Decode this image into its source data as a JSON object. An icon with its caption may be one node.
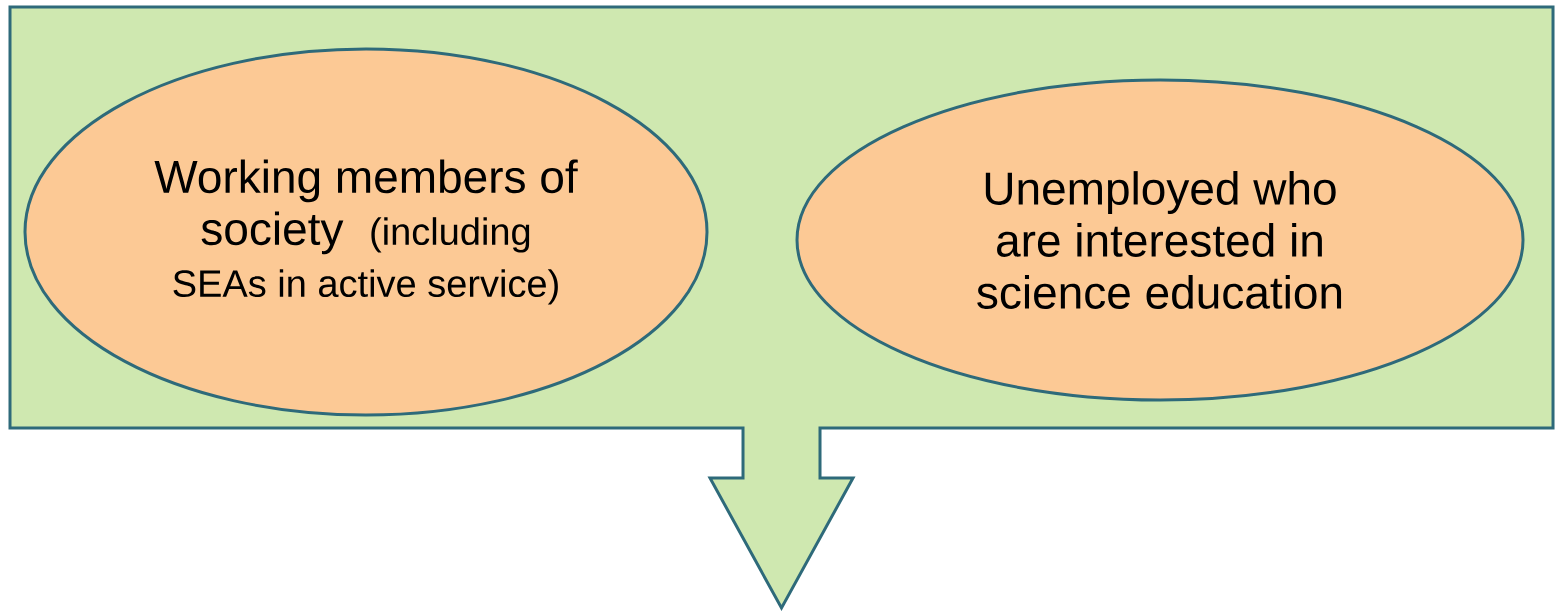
{
  "diagram": {
    "nodes": [
      {
        "text": [],
        "shape": "callout"
      },
      {
        "text": [
          "Working members of society",
          "(including SEAs in active service)"
        ],
        "in": 0
      },
      {
        "text": [
          "Unemployed who are interested in science education"
        ],
        "in": 0
      }
    ]
  }
}
